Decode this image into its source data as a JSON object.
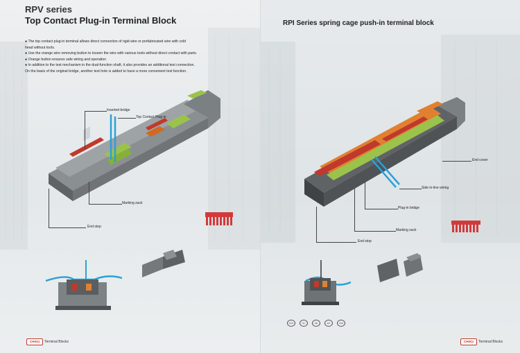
{
  "left_page": {
    "series": "RPV series",
    "title": "Top Contact Plug-in Terminal Block",
    "bullets": [
      "● The top contact plug-in terminal allows direct connection of rigid wire or prefabricated wire with cold",
      "   head without tools.",
      "● Use the orange wire removing button to loosen the wire with various tools without direct contact with parts.",
      "● Orange button ensures safe wiring and operation",
      "● In addition to the test mechanism in the dual-function shaft, it also provides an additional test connection.",
      "   On the basis of the original bridge, another test hole is added to have a more convenient test function."
    ],
    "labels": {
      "inserted_bridge": "Inserted bridge",
      "top_contact": "Top Contact Plug-in",
      "marking_zack": "Marking zack",
      "end_stop": "End stop"
    },
    "footer": {
      "logo": "CHIKU",
      "text": "Terminal Blocks"
    }
  },
  "right_page": {
    "title": "RPI  Series spring cage push-in terminal block",
    "labels": {
      "end_cover": "End cover",
      "side_wiring": "Side in-line wiring",
      "plug_bridge": "Plug-in bridge",
      "marking_zack": "Marking zack",
      "end_stop": "End stop"
    },
    "certs": [
      "CCC",
      "UL",
      "CE",
      "EX",
      "CSA"
    ],
    "footer": {
      "logo": "CHIKU",
      "text": "Terminal Blocks"
    }
  },
  "colors": {
    "accent_red": "#d23a3a",
    "orange": "#e08030",
    "green": "#8bc34a",
    "grey": "#6e6e6e"
  }
}
